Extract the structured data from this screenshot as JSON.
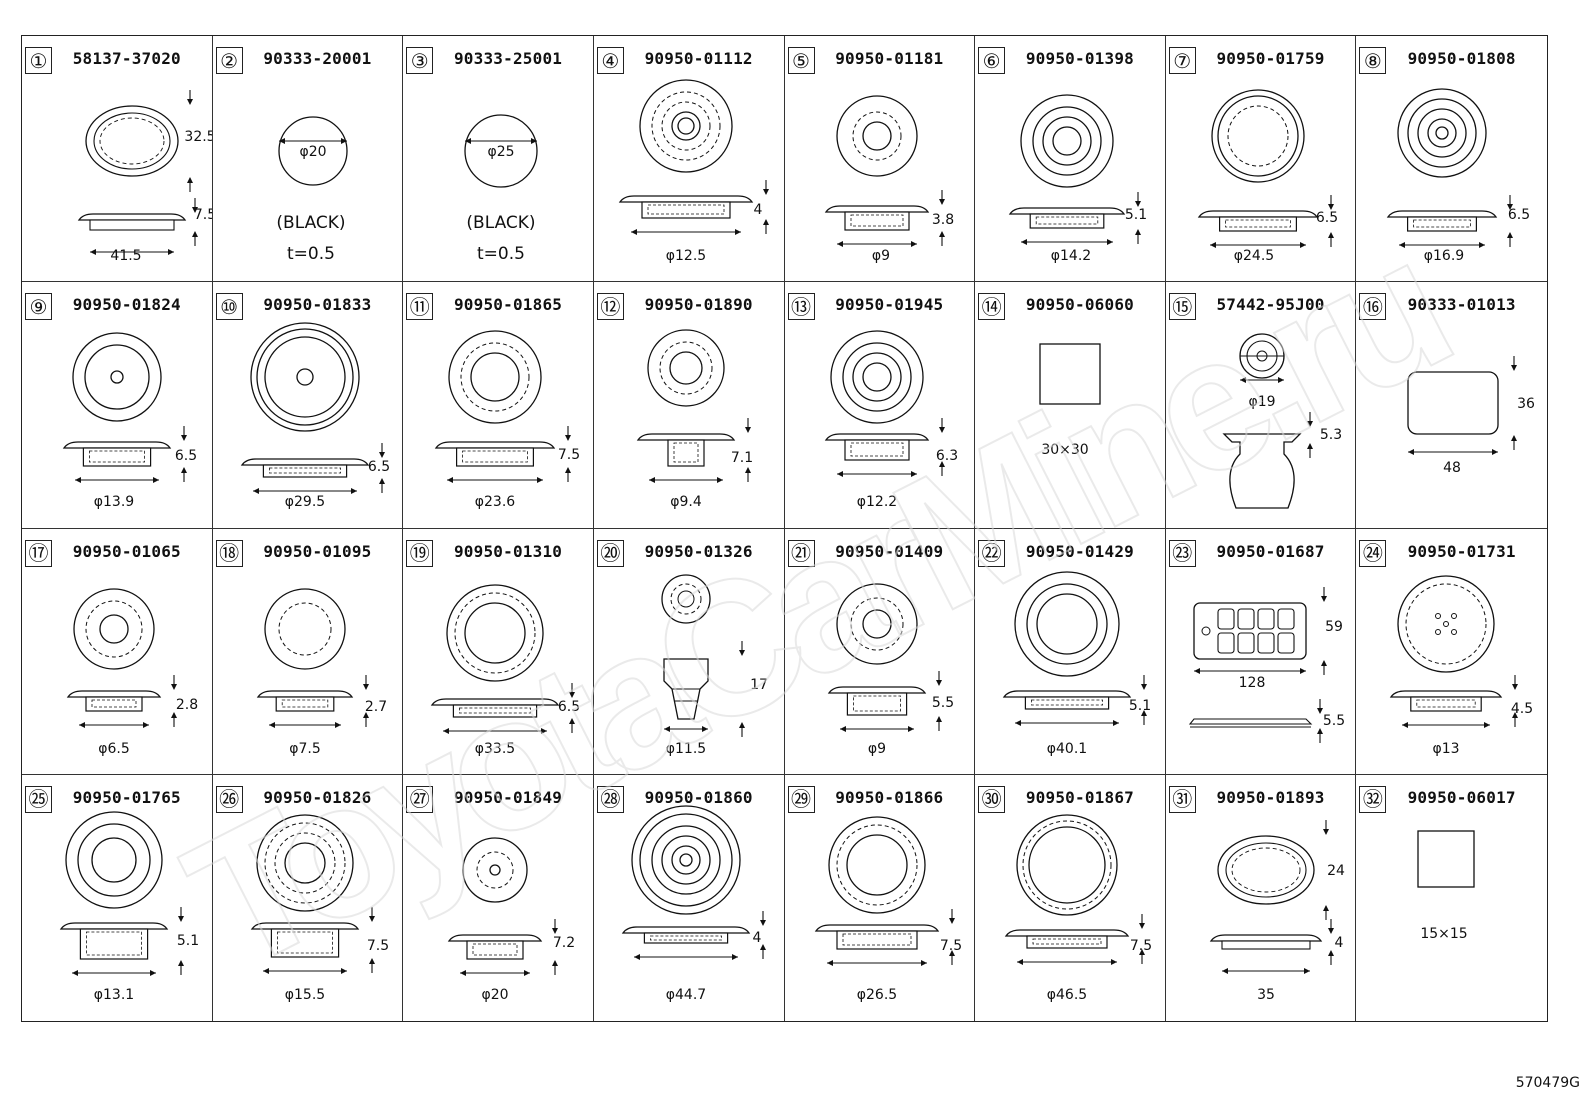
{
  "watermark": "ToyotaCarMine.ru",
  "figure_code": "570479G",
  "cells": [
    {
      "num": "①",
      "pn": "58137-37020",
      "dims": [
        "32.5",
        "7.5",
        "41.5"
      ]
    },
    {
      "num": "②",
      "pn": "90333-20001",
      "dims": [
        "φ20"
      ],
      "notes": [
        "(BLACK)",
        "t=0.5"
      ]
    },
    {
      "num": "③",
      "pn": "90333-25001",
      "dims": [
        "φ25"
      ],
      "notes": [
        "(BLACK)",
        "t=0.5"
      ]
    },
    {
      "num": "④",
      "pn": "90950-01112",
      "dims": [
        "4",
        "φ12.5"
      ]
    },
    {
      "num": "⑤",
      "pn": "90950-01181",
      "dims": [
        "3.8",
        "φ9"
      ]
    },
    {
      "num": "⑥",
      "pn": "90950-01398",
      "dims": [
        "5.1",
        "φ14.2"
      ]
    },
    {
      "num": "⑦",
      "pn": "90950-01759",
      "dims": [
        "6.5",
        "φ24.5"
      ]
    },
    {
      "num": "⑧",
      "pn": "90950-01808",
      "dims": [
        "6.5",
        "φ16.9"
      ]
    },
    {
      "num": "⑨",
      "pn": "90950-01824",
      "dims": [
        "6.5",
        "φ13.9"
      ]
    },
    {
      "num": "⑩",
      "pn": "90950-01833",
      "dims": [
        "6.5",
        "φ29.5"
      ]
    },
    {
      "num": "⑪",
      "pn": "90950-01865",
      "dims": [
        "7.5",
        "φ23.6"
      ]
    },
    {
      "num": "⑫",
      "pn": "90950-01890",
      "dims": [
        "7.1",
        "φ9.4"
      ]
    },
    {
      "num": "⑬",
      "pn": "90950-01945",
      "dims": [
        "6.3",
        "φ12.2"
      ]
    },
    {
      "num": "⑭",
      "pn": "90950-06060",
      "dims": [
        "30×30"
      ]
    },
    {
      "num": "⑮",
      "pn": "57442-95J00",
      "dims": [
        "φ19",
        "5.3"
      ]
    },
    {
      "num": "⑯",
      "pn": "90333-01013",
      "dims": [
        "36",
        "48"
      ]
    },
    {
      "num": "⑰",
      "pn": "90950-01065",
      "dims": [
        "2.8",
        "φ6.5"
      ]
    },
    {
      "num": "⑱",
      "pn": "90950-01095",
      "dims": [
        "2.7",
        "φ7.5"
      ]
    },
    {
      "num": "⑲",
      "pn": "90950-01310",
      "dims": [
        "6.5",
        "φ33.5"
      ]
    },
    {
      "num": "⑳",
      "pn": "90950-01326",
      "dims": [
        "17",
        "φ11.5"
      ]
    },
    {
      "num": "㉑",
      "pn": "90950-01409",
      "dims": [
        "5.5",
        "φ9"
      ]
    },
    {
      "num": "㉒",
      "pn": "90950-01429",
      "dims": [
        "5.1",
        "φ40.1"
      ]
    },
    {
      "num": "㉓",
      "pn": "90950-01687",
      "dims": [
        "59",
        "128",
        "5.5"
      ]
    },
    {
      "num": "㉔",
      "pn": "90950-01731",
      "dims": [
        "4.5",
        "φ13"
      ]
    },
    {
      "num": "㉕",
      "pn": "90950-01765",
      "dims": [
        "5.1",
        "φ13.1"
      ]
    },
    {
      "num": "㉖",
      "pn": "90950-01826",
      "dims": [
        "7.5",
        "φ15.5"
      ]
    },
    {
      "num": "㉗",
      "pn": "90950-01849",
      "dims": [
        "7.2",
        "φ20"
      ]
    },
    {
      "num": "㉘",
      "pn": "90950-01860",
      "dims": [
        "4",
        "φ44.7"
      ]
    },
    {
      "num": "㉙",
      "pn": "90950-01866",
      "dims": [
        "7.5",
        "φ26.5"
      ]
    },
    {
      "num": "㉚",
      "pn": "90950-01867",
      "dims": [
        "7.5",
        "φ46.5"
      ]
    },
    {
      "num": "㉛",
      "pn": "90950-01893",
      "dims": [
        "24",
        "4",
        "35"
      ]
    },
    {
      "num": "㉜",
      "pn": "90950-06017",
      "dims": [
        "15×15"
      ]
    }
  ]
}
